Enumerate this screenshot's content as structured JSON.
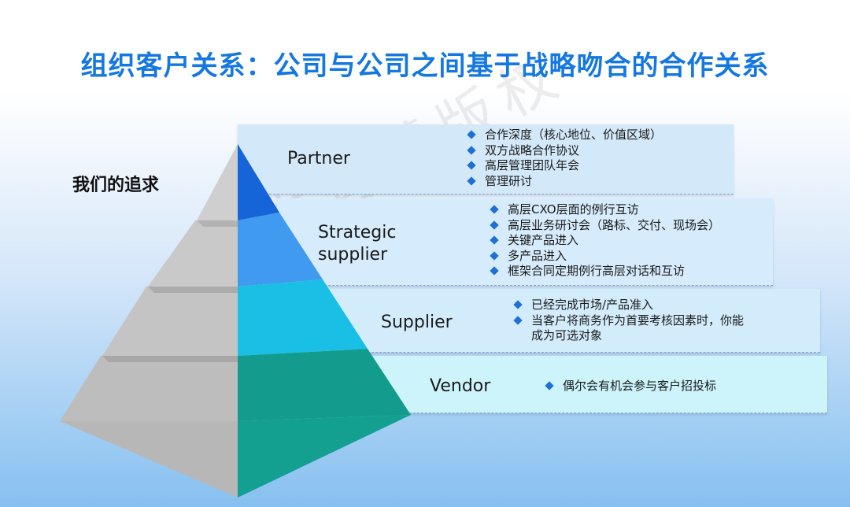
{
  "title": "组织客户关系：公司与公司之间基于战略吻合的合作关系",
  "pursuit_label": "我们的追求",
  "watermark": "传世智慧版权",
  "colors": {
    "title": "#1578e0",
    "partner": "#1565d8",
    "strategic": "#3f9af0",
    "supplier": "#19bfe5",
    "vendor": "#139c8e",
    "bullet": "#1f6fd6"
  },
  "tiers": [
    {
      "name": "Partner",
      "bullets": [
        "合作深度（核心地位、价值区域）",
        "双方战略合作协议",
        "高层管理团队年会",
        "管理研讨"
      ]
    },
    {
      "name": "Strategic supplier",
      "bullets": [
        "高层CXO层面的例行互访",
        "高层业务研讨会（路标、交付、现场会）",
        "关键产品进入",
        "多产品进入",
        "框架合同定期例行高层对话和互访"
      ]
    },
    {
      "name": "Supplier",
      "bullets": [
        "已经完成市场/产品准入",
        "当客户将商务作为首要考核因素时，你能成为可选对象"
      ]
    },
    {
      "name": "Vendor",
      "bullets": [
        "偶尔会有机会参与客户招投标"
      ]
    }
  ]
}
